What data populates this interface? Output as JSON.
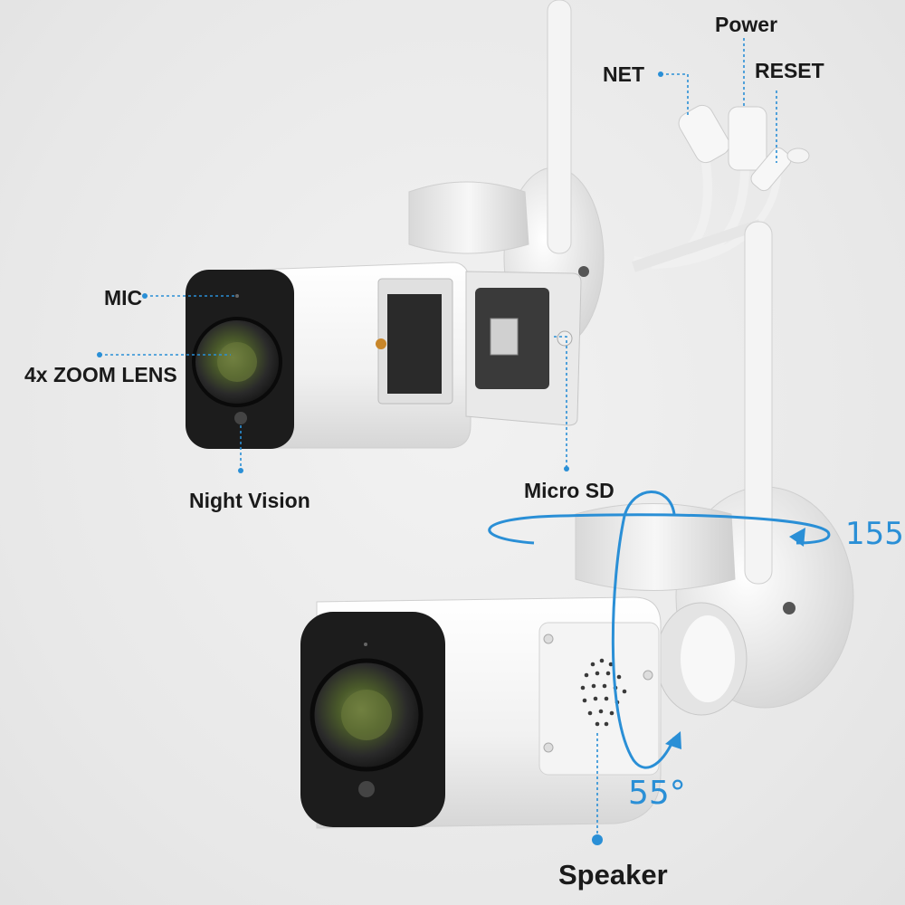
{
  "labels": {
    "power": "Power",
    "net": "NET",
    "reset": "RESET",
    "mic": "MIC",
    "zoom_lens": "4x ZOOM LENS",
    "night_vision": "Night Vision",
    "micro_sd": "Micro SD",
    "speaker": "Speaker"
  },
  "rotation": {
    "pan": "155",
    "tilt": "55°"
  },
  "colors": {
    "accent": "#2a8fd6",
    "label_text": "#1a1a1a",
    "background": "#ececec"
  }
}
